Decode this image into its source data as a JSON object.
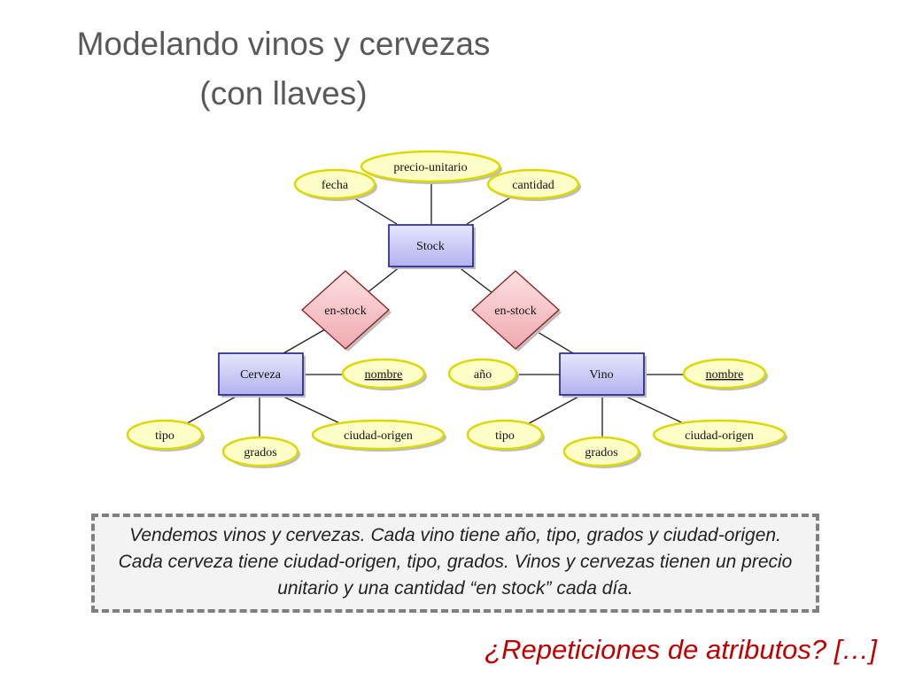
{
  "slide": {
    "title_line1": "Modelando vinos y cervezas",
    "title_line2": "(con llaves)",
    "note": "Vendemos vinos y cervezas. Cada vino tiene año, tipo, grados y ciudad-origen. Cada cerveza tiene ciudad-origen, tipo, grados. Vinos y cervezas tienen un precio unitario y una cantidad “en stock” cada día.",
    "question": "¿Repeticiones de atributos? […]"
  },
  "diagram": {
    "entities": {
      "stock": "Stock",
      "cerveza": "Cerveza",
      "vino": "Vino"
    },
    "relationships": {
      "left": "en-stock",
      "right": "en-stock"
    },
    "attributes": {
      "stock_fecha": "fecha",
      "stock_precio": "precio-unitario",
      "stock_cantidad": "cantidad",
      "cerveza_nombre": "nombre",
      "cerveza_tipo": "tipo",
      "cerveza_grados": "grados",
      "cerveza_ciudad": "ciudad-origen",
      "vino_anio": "año",
      "vino_nombre": "nombre",
      "vino_tipo": "tipo",
      "vino_grados": "grados",
      "vino_ciudad": "ciudad-origen"
    },
    "colors": {
      "entity_fill": "#c9c9f5",
      "entity_border": "#1c1c8c",
      "relationship_fill": "#f3c3c6",
      "relationship_border": "#8c1c1c",
      "attribute_fill": "#fdfdc8",
      "attribute_border": "#dcd800"
    }
  }
}
